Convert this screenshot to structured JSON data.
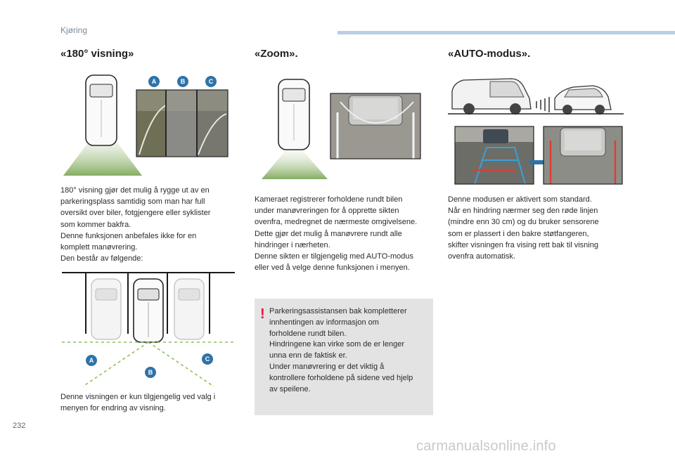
{
  "header": {
    "section": "Kjøring"
  },
  "page_number": "232",
  "watermark": "carmanualsonline.info",
  "col1": {
    "title": "«180° visning»",
    "badges": [
      "A",
      "B",
      "C"
    ],
    "text1": "180° visning gjør det mulig å rygge ut av en\nparkeringsplass samtidig som man har full\noversikt over biler, fotgjengere eller syklister\nsom kommer bakfra.\nDenne funksjonen anbefales ikke for en\nkomplett manøvrering.\nDen består av følgende:",
    "text2": "Denne visningen er kun tilgjengelig ved valg i\nmenyen for endring av visning."
  },
  "col2": {
    "title": "«Zoom».",
    "text": "Kameraet registrerer forholdene rundt bilen\nunder manøvreringen for å opprette sikten\novenfra, medregnet de nærmeste omgivelsene.\nDette gjør det mulig å manøvrere rundt alle\nhindringer i nærheten.\nDenne sikten er tilgjengelig med AUTO-modus\neller ved å velge denne funksjonen i menyen.",
    "note_mark": "!",
    "note": "Parkeringsassistansen bak kompletterer\ninnhentingen av informasjon om\nforholdene rundt bilen.\nHindringene kan virke som de er lenger\nunna enn de faktisk er.\nUnder manøvrering er det viktig å\nkontrollere forholdene på sidene ved hjelp\nav speilene."
  },
  "col3": {
    "title": "«AUTO-modus».",
    "text": "Denne modusen er aktivert som standard.\nNår en hindring nærmer seg den røde linjen\n(mindre enn 30 cm) og du bruker sensorene\nsom er plassert i den bakre støtfangeren,\nskifter visningen fra vising rett bak til visning\novenfra automatisk."
  },
  "colors": {
    "accent_bar": "#b9cde5",
    "badge": "#2f73a8",
    "warning": "#e0192c",
    "note_bg": "#e3e3e3",
    "green_cone": "#8fb36a"
  }
}
